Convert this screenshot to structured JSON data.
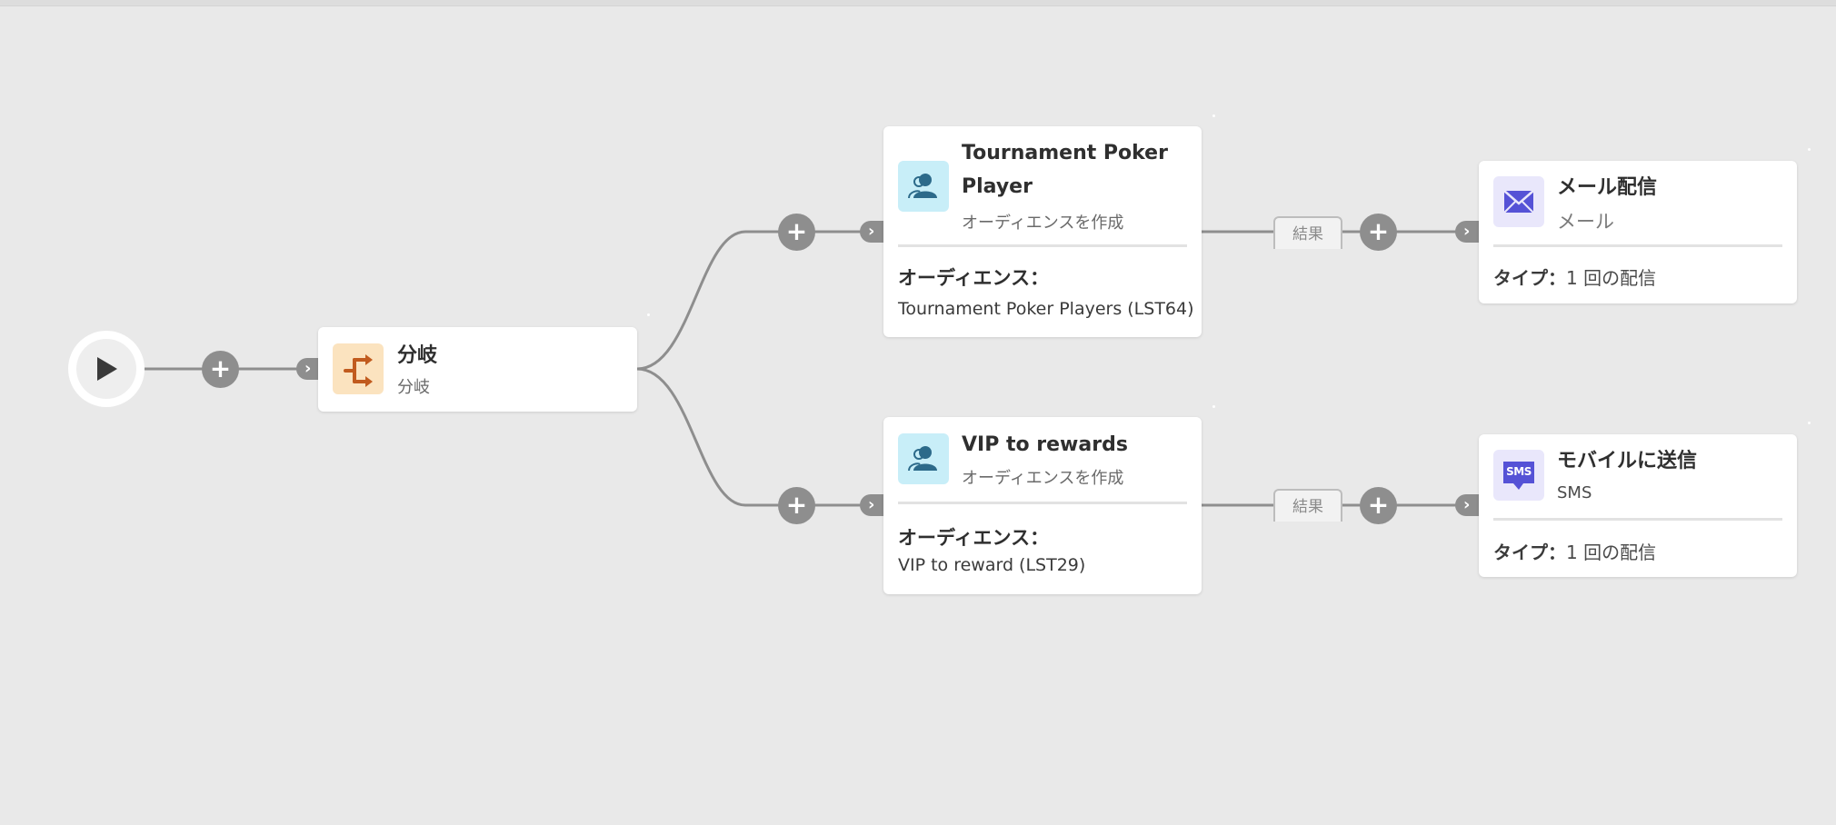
{
  "colors": {
    "canvas": "#e9e9e9",
    "connector": "#8e8e8e",
    "split_icon_bg": "#fbe3bf",
    "split_icon_fg": "#c15b1e",
    "audience_icon_bg": "#c8eef8",
    "audience_icon_fg": "#2c6a8a",
    "channel_icon_bg": "#e9e7fb",
    "channel_icon_fg": "#5552d6"
  },
  "start": {
    "icon": "play-icon"
  },
  "plus_label": "+",
  "chevron_label": "›",
  "split": {
    "icon": "split-icon",
    "title": "分岐",
    "subtitle": "分岐"
  },
  "branches": [
    {
      "audience": {
        "icon": "audience-icon",
        "title": "Tournament Poker Player",
        "subtitle": "オーディエンスを作成",
        "field_label": "オーディエンス：",
        "field_value": "Tournament Poker Players (LST64)"
      },
      "result_label": "結果",
      "channel": {
        "icon": "email-icon",
        "title": "メール配信",
        "subtitle": "メール",
        "type_label": "タイプ：",
        "type_value": "1 回の配信"
      }
    },
    {
      "audience": {
        "icon": "audience-icon",
        "title": "VIP to rewards",
        "subtitle": "オーディエンスを作成",
        "field_label": "オーディエンス：",
        "field_value": "VIP to reward (LST29)"
      },
      "result_label": "結果",
      "channel": {
        "icon": "sms-icon",
        "icon_text": "SMS",
        "title": "モバイルに送信",
        "subtitle": "SMS",
        "type_label": "タイプ：",
        "type_value": "1 回の配信"
      }
    }
  ]
}
